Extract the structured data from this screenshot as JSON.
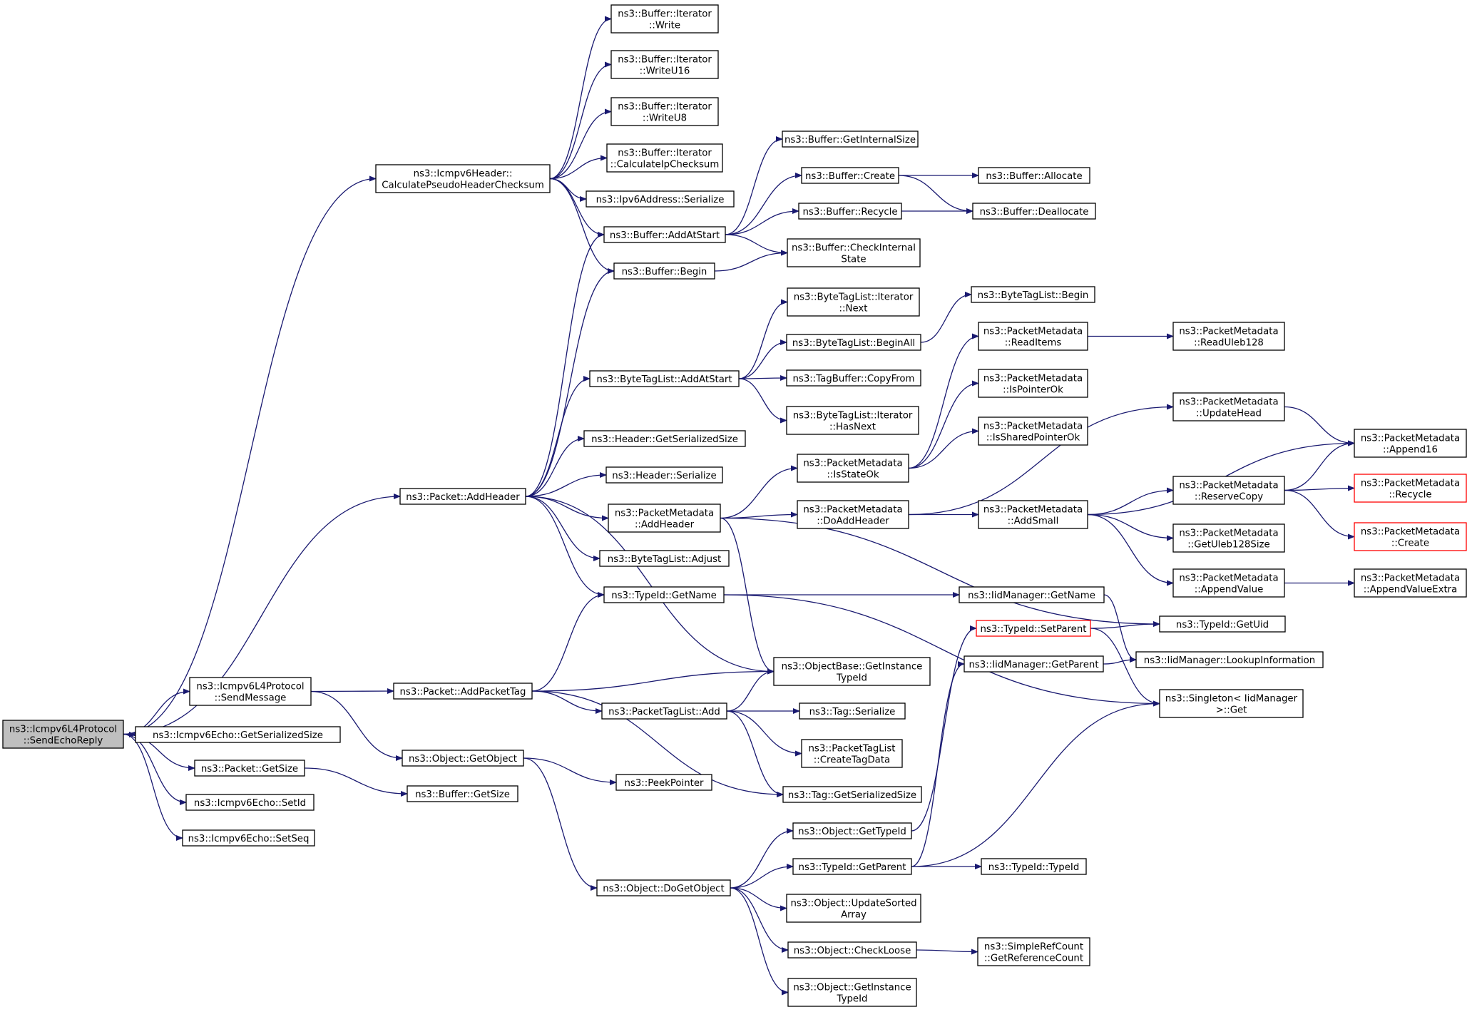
{
  "colors": {
    "edge": "#191970",
    "node_border": "#000000",
    "truncated_border": "#ff0000",
    "root_fill": "#bfbfbf",
    "background": "#ffffff"
  },
  "nodes": [
    {
      "id": "n0",
      "lines": [
        "ns3::Icmpv6L4Protocol",
        "::SendEchoReply"
      ],
      "root": true
    },
    {
      "id": "n1",
      "lines": [
        "ns3::Icmpv6Header::",
        "CalculatePseudoHeaderChecksum"
      ]
    },
    {
      "id": "n2",
      "lines": [
        "ns3::Packet::AddHeader"
      ]
    },
    {
      "id": "n3",
      "lines": [
        "ns3::Icmpv6L4Protocol",
        "::SendMessage"
      ]
    },
    {
      "id": "n4",
      "lines": [
        "ns3::Icmpv6Echo::GetSerializedSize"
      ]
    },
    {
      "id": "n5",
      "lines": [
        "ns3::Packet::GetSize"
      ]
    },
    {
      "id": "n6",
      "lines": [
        "ns3::Icmpv6Echo::SetId"
      ]
    },
    {
      "id": "n7",
      "lines": [
        "ns3::Icmpv6Echo::SetSeq"
      ]
    },
    {
      "id": "n8",
      "lines": [
        "ns3::Buffer::Iterator",
        "::Write"
      ]
    },
    {
      "id": "n9",
      "lines": [
        "ns3::Buffer::Iterator",
        "::WriteU16"
      ]
    },
    {
      "id": "n10",
      "lines": [
        "ns3::Buffer::Iterator",
        "::WriteU8"
      ]
    },
    {
      "id": "n11",
      "lines": [
        "ns3::Buffer::Iterator",
        "::CalculateIpChecksum"
      ]
    },
    {
      "id": "n12",
      "lines": [
        "ns3::Ipv6Address::Serialize"
      ]
    },
    {
      "id": "n13",
      "lines": [
        "ns3::Buffer::AddAtStart"
      ]
    },
    {
      "id": "n14",
      "lines": [
        "ns3::Buffer::Begin"
      ]
    },
    {
      "id": "n15",
      "lines": [
        "ns3::ByteTagList::AddAtStart"
      ]
    },
    {
      "id": "n16",
      "lines": [
        "ns3::Header::GetSerializedSize"
      ]
    },
    {
      "id": "n17",
      "lines": [
        "ns3::Header::Serialize"
      ]
    },
    {
      "id": "n18",
      "lines": [
        "ns3::PacketMetadata",
        "::AddHeader"
      ]
    },
    {
      "id": "n19",
      "lines": [
        "ns3::ByteTagList::Adjust"
      ]
    },
    {
      "id": "n20",
      "lines": [
        "ns3::TypeId::GetName"
      ]
    },
    {
      "id": "n21",
      "lines": [
        "ns3::Packet::AddPacketTag"
      ]
    },
    {
      "id": "n22",
      "lines": [
        "ns3::Object::GetObject"
      ]
    },
    {
      "id": "n23",
      "lines": [
        "ns3::Buffer::GetSize"
      ]
    },
    {
      "id": "n24",
      "lines": [
        "ns3::PacketTagList::Add"
      ]
    },
    {
      "id": "n25",
      "lines": [
        "ns3::PeekPointer"
      ]
    },
    {
      "id": "n26",
      "lines": [
        "ns3::Object::DoGetObject"
      ]
    },
    {
      "id": "n27",
      "lines": [
        "ns3::Buffer::GetInternalSize"
      ]
    },
    {
      "id": "n28",
      "lines": [
        "ns3::Buffer::Create"
      ]
    },
    {
      "id": "n29",
      "lines": [
        "ns3::Buffer::Recycle"
      ]
    },
    {
      "id": "n30",
      "lines": [
        "ns3::Buffer::CheckInternal",
        "State"
      ]
    },
    {
      "id": "n31",
      "lines": [
        "ns3::ByteTagList::Iterator",
        "::Next"
      ]
    },
    {
      "id": "n32",
      "lines": [
        "ns3::ByteTagList::BeginAll"
      ]
    },
    {
      "id": "n33",
      "lines": [
        "ns3::TagBuffer::CopyFrom"
      ]
    },
    {
      "id": "n34",
      "lines": [
        "ns3::ByteTagList::Iterator",
        "::HasNext"
      ]
    },
    {
      "id": "n35",
      "lines": [
        "ns3::PacketMetadata",
        "::IsStateOk"
      ]
    },
    {
      "id": "n36",
      "lines": [
        "ns3::PacketMetadata",
        "::DoAddHeader"
      ]
    },
    {
      "id": "n37",
      "lines": [
        "ns3::ObjectBase::GetInstance",
        "TypeId"
      ]
    },
    {
      "id": "n38",
      "lines": [
        "ns3::Tag::Serialize"
      ]
    },
    {
      "id": "n39",
      "lines": [
        "ns3::PacketTagList",
        "::CreateTagData"
      ]
    },
    {
      "id": "n40",
      "lines": [
        "ns3::Tag::GetSerializedSize"
      ]
    },
    {
      "id": "n41",
      "lines": [
        "ns3::Object::GetTypeId"
      ]
    },
    {
      "id": "n42",
      "lines": [
        "ns3::TypeId::GetParent"
      ]
    },
    {
      "id": "n43",
      "lines": [
        "ns3::Object::UpdateSorted",
        "Array"
      ]
    },
    {
      "id": "n44",
      "lines": [
        "ns3::Object::CheckLoose"
      ]
    },
    {
      "id": "n45",
      "lines": [
        "ns3::Object::GetInstance",
        "TypeId"
      ]
    },
    {
      "id": "n46",
      "lines": [
        "ns3::Buffer::Allocate"
      ]
    },
    {
      "id": "n47",
      "lines": [
        "ns3::Buffer::Deallocate"
      ]
    },
    {
      "id": "n48",
      "lines": [
        "ns3::ByteTagList::Begin"
      ]
    },
    {
      "id": "n49",
      "lines": [
        "ns3::PacketMetadata",
        "::ReadItems"
      ]
    },
    {
      "id": "n50",
      "lines": [
        "ns3::PacketMetadata",
        "::IsPointerOk"
      ]
    },
    {
      "id": "n51",
      "lines": [
        "ns3::PacketMetadata",
        "::IsSharedPointerOk"
      ]
    },
    {
      "id": "n52",
      "lines": [
        "ns3::PacketMetadata",
        "::AddSmall"
      ]
    },
    {
      "id": "n53",
      "lines": [
        "ns3::IidManager::GetName"
      ]
    },
    {
      "id": "n54",
      "lines": [
        "ns3::TypeId::SetParent"
      ],
      "truncated": true
    },
    {
      "id": "n55",
      "lines": [
        "ns3::IidManager::GetParent"
      ]
    },
    {
      "id": "n56",
      "lines": [
        "ns3::TypeId::TypeId"
      ]
    },
    {
      "id": "n57",
      "lines": [
        "ns3::SimpleRefCount",
        "::GetReferenceCount"
      ]
    },
    {
      "id": "n58",
      "lines": [
        "ns3::PacketMetadata",
        "::ReadUleb128"
      ]
    },
    {
      "id": "n59",
      "lines": [
        "ns3::PacketMetadata",
        "::UpdateHead"
      ]
    },
    {
      "id": "n60",
      "lines": [
        "ns3::PacketMetadata",
        "::ReserveCopy"
      ]
    },
    {
      "id": "n61",
      "lines": [
        "ns3::PacketMetadata",
        "::GetUleb128Size"
      ]
    },
    {
      "id": "n62",
      "lines": [
        "ns3::PacketMetadata",
        "::AppendValue"
      ]
    },
    {
      "id": "n63",
      "lines": [
        "ns3::TypeId::GetUid"
      ]
    },
    {
      "id": "n64",
      "lines": [
        "ns3::IidManager::LookupInformation"
      ]
    },
    {
      "id": "n65",
      "lines": [
        "ns3::Singleton< IidManager",
        " >::Get"
      ]
    },
    {
      "id": "n66",
      "lines": [
        "ns3::PacketMetadata",
        "::Append16"
      ]
    },
    {
      "id": "n67",
      "lines": [
        "ns3::PacketMetadata",
        "::Recycle"
      ],
      "truncated": true
    },
    {
      "id": "n68",
      "lines": [
        "ns3::PacketMetadata",
        "::Create"
      ],
      "truncated": true
    },
    {
      "id": "n69",
      "lines": [
        "ns3::PacketMetadata",
        "::AppendValueExtra"
      ]
    }
  ],
  "edges": [
    [
      "n0",
      "n1"
    ],
    [
      "n0",
      "n2"
    ],
    [
      "n0",
      "n3"
    ],
    [
      "n0",
      "n4"
    ],
    [
      "n0",
      "n5"
    ],
    [
      "n0",
      "n6"
    ],
    [
      "n0",
      "n7"
    ],
    [
      "n1",
      "n8"
    ],
    [
      "n1",
      "n9"
    ],
    [
      "n1",
      "n10"
    ],
    [
      "n1",
      "n11"
    ],
    [
      "n1",
      "n12"
    ],
    [
      "n1",
      "n13"
    ],
    [
      "n1",
      "n14"
    ],
    [
      "n2",
      "n13"
    ],
    [
      "n2",
      "n14"
    ],
    [
      "n2",
      "n15"
    ],
    [
      "n2",
      "n16"
    ],
    [
      "n2",
      "n17"
    ],
    [
      "n2",
      "n18"
    ],
    [
      "n2",
      "n19"
    ],
    [
      "n2",
      "n20"
    ],
    [
      "n2",
      "n37"
    ],
    [
      "n3",
      "n21"
    ],
    [
      "n3",
      "n22"
    ],
    [
      "n5",
      "n23"
    ],
    [
      "n13",
      "n27"
    ],
    [
      "n13",
      "n28"
    ],
    [
      "n13",
      "n29"
    ],
    [
      "n13",
      "n30"
    ],
    [
      "n14",
      "n30"
    ],
    [
      "n28",
      "n46"
    ],
    [
      "n28",
      "n47"
    ],
    [
      "n29",
      "n47"
    ],
    [
      "n15",
      "n31"
    ],
    [
      "n15",
      "n32"
    ],
    [
      "n15",
      "n33"
    ],
    [
      "n15",
      "n34"
    ],
    [
      "n32",
      "n48"
    ],
    [
      "n18",
      "n35"
    ],
    [
      "n18",
      "n36"
    ],
    [
      "n18",
      "n37"
    ],
    [
      "n18",
      "n63"
    ],
    [
      "n35",
      "n49"
    ],
    [
      "n35",
      "n50"
    ],
    [
      "n35",
      "n51"
    ],
    [
      "n49",
      "n58"
    ],
    [
      "n36",
      "n59"
    ],
    [
      "n36",
      "n52"
    ],
    [
      "n59",
      "n66"
    ],
    [
      "n52",
      "n66"
    ],
    [
      "n52",
      "n60"
    ],
    [
      "n52",
      "n61"
    ],
    [
      "n52",
      "n62"
    ],
    [
      "n60",
      "n66"
    ],
    [
      "n60",
      "n67"
    ],
    [
      "n60",
      "n68"
    ],
    [
      "n62",
      "n69"
    ],
    [
      "n20",
      "n53"
    ],
    [
      "n20",
      "n65"
    ],
    [
      "n53",
      "n64"
    ],
    [
      "n21",
      "n20"
    ],
    [
      "n21",
      "n37"
    ],
    [
      "n21",
      "n24"
    ],
    [
      "n21",
      "n40"
    ],
    [
      "n24",
      "n37"
    ],
    [
      "n24",
      "n38"
    ],
    [
      "n24",
      "n39"
    ],
    [
      "n24",
      "n40"
    ],
    [
      "n22",
      "n25"
    ],
    [
      "n22",
      "n26"
    ],
    [
      "n26",
      "n41"
    ],
    [
      "n26",
      "n42"
    ],
    [
      "n26",
      "n43"
    ],
    [
      "n26",
      "n44"
    ],
    [
      "n26",
      "n45"
    ],
    [
      "n41",
      "n54"
    ],
    [
      "n54",
      "n63"
    ],
    [
      "n54",
      "n65"
    ],
    [
      "n42",
      "n55"
    ],
    [
      "n42",
      "n56"
    ],
    [
      "n42",
      "n65"
    ],
    [
      "n55",
      "n64"
    ],
    [
      "n44",
      "n57"
    ]
  ]
}
